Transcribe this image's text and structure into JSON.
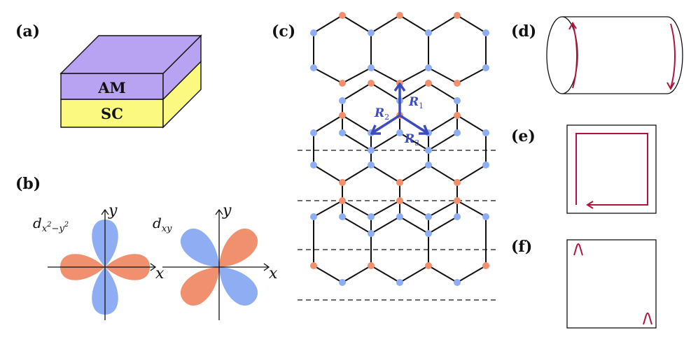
{
  "panels": {
    "a": {
      "label": "(a)",
      "top_layer": "AM",
      "bottom_layer": "SC"
    },
    "b": {
      "label": "(b)",
      "orbital1": {
        "base": "d",
        "sub_x": "x",
        "sup2a": "2",
        "minus": "−",
        "sub_y": "y",
        "sup2b": "2"
      },
      "orbital2": {
        "base": "d",
        "sub": "xy"
      },
      "x_axis": "x",
      "y_axis": "y"
    },
    "c": {
      "label": "(c)",
      "vectors": [
        {
          "base": "R",
          "sub": "1"
        },
        {
          "base": "R",
          "sub": "2"
        },
        {
          "base": "R",
          "sub": "3"
        }
      ]
    },
    "d": {
      "label": "(d)"
    },
    "e": {
      "label": "(e)"
    },
    "f": {
      "label": "(f)"
    }
  },
  "colors": {
    "am_layer": "#b8a3f2",
    "sc_layer": "#fbf97f",
    "lobe_positive": "#f0906f",
    "lobe_negative": "#8fadf3",
    "site_a": "#f0906f",
    "site_b": "#8fadf3",
    "vector": "#3c4cc0",
    "edge_current": "#b0143c"
  }
}
